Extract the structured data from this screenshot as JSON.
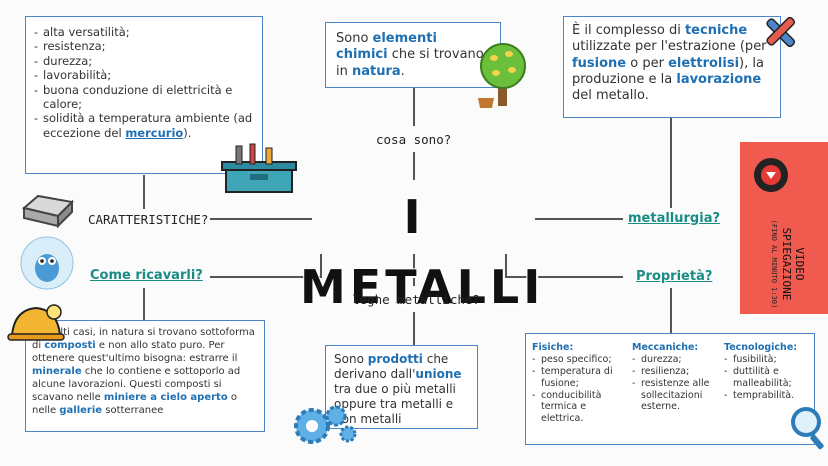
{
  "title": "I METALLI",
  "branches": {
    "cosa_sono": "cosa sono?",
    "caratteristiche": "CARATTERISTICHE?",
    "come_ricavarli": "Come ricavarli?",
    "leghe": "leghe metalliche?",
    "metallurgia": "metallurgia?",
    "proprieta": "Proprietà?"
  },
  "caratteristiche_box": {
    "items": [
      "alta versatilità;",
      "resistenza;",
      "durezza;",
      "lavorabilità;",
      "buona conduzione di elettricità e calore;"
    ],
    "last_pre": "solidità a temperatura ambiente (ad eccezione del ",
    "last_hl": "mercurio",
    "last_post": ")."
  },
  "cosa_box": {
    "t1": "Sono ",
    "h1": "elementi chimici",
    "t2": " che si trovano in ",
    "h2": "natura",
    "t3": "."
  },
  "metallurgia_box": {
    "t1": "È il complesso di ",
    "h1": "tecniche",
    "t2": " utilizzate per l'estrazione (per ",
    "h2": "fusione",
    "t3": " o per ",
    "h3": "elettrolisi",
    "t4": "), la produzione e la ",
    "h4": "lavorazione",
    "t5": " del metallo."
  },
  "video": {
    "title": "VIDEO SPIEGAZIONE",
    "note": "(FINO AL MINUTO 1:30)"
  },
  "ricavarli_box": {
    "t1": "In molti casi, in natura si trovano sottoforma di ",
    "h1": "composti",
    "t2": " e non allo stato puro. Per ottenere quest'ultimo bisogna: estrarre il ",
    "h2": "minerale",
    "t3": " che lo contiene e sottoporlo ad alcune lavorazioni. Questi composti si scavano nelle ",
    "h3": "miniere a cielo aperto",
    "t4": " o nelle ",
    "h4": "gallerie",
    "t5": " sotterranee"
  },
  "leghe_box": {
    "t1": "Sono ",
    "h1": "prodotti",
    "t2": " che derivano dall'",
    "h2": "unione",
    "t3": " tra due o più metalli oppure tra metalli e non metalli"
  },
  "proprieta_box": {
    "fisiche": {
      "heading": "Fisiche:",
      "items": [
        "peso specifico;",
        "temperatura di fusione;",
        "conducibilità termica e elettrica."
      ]
    },
    "meccaniche": {
      "heading": "Meccaniche:",
      "items": [
        "durezza;",
        "resilienza;",
        "resistenze alle sollecitazioni esterne."
      ]
    },
    "tecnologiche": {
      "heading": "Tecnologiche:",
      "items": [
        "fusibilità;",
        "duttilità e malleabilità;",
        "temprabilità."
      ]
    }
  },
  "colors": {
    "accent": "#1f6fb3",
    "teal": "#1a8c86",
    "video_bg": "#f05a4f",
    "border": "#4a86c8"
  }
}
